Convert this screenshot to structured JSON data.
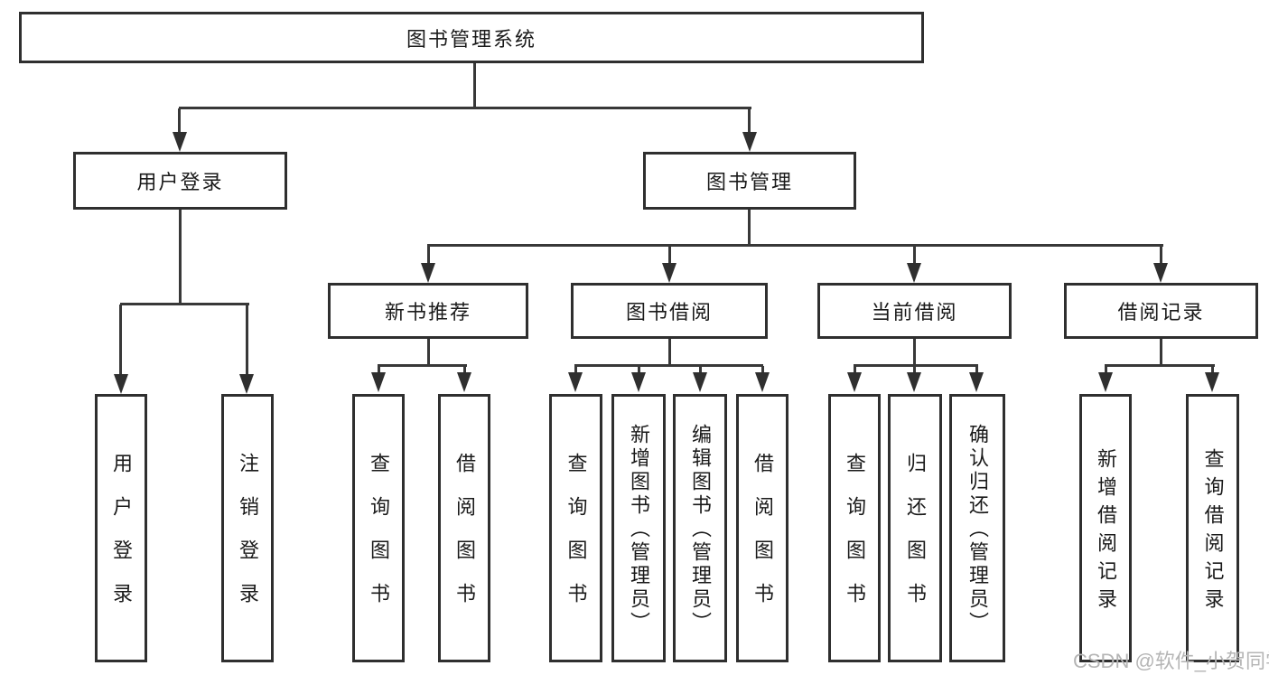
{
  "diagram": {
    "root": {
      "label": "图书管理系统"
    },
    "branches": [
      {
        "label": "用户登录",
        "children": [
          {
            "label": "用户登录"
          },
          {
            "label": "注销登录"
          }
        ]
      },
      {
        "label": "图书管理",
        "children": [
          {
            "label": "新书推荐",
            "children": [
              {
                "label": "查询图书"
              },
              {
                "label": "借阅图书"
              }
            ]
          },
          {
            "label": "图书借阅",
            "children": [
              {
                "label": "查询图书"
              },
              {
                "label": "新增图书（管理员）"
              },
              {
                "label": "编辑图书（管理员）"
              },
              {
                "label": "借阅图书"
              }
            ]
          },
          {
            "label": "当前借阅",
            "children": [
              {
                "label": "查询图书"
              },
              {
                "label": "归还图书"
              },
              {
                "label": "确认归还（管理员）"
              }
            ]
          },
          {
            "label": "借阅记录",
            "children": [
              {
                "label": "新增借阅记录"
              },
              {
                "label": "查询借阅记录"
              }
            ]
          }
        ]
      }
    ]
  },
  "watermark": {
    "text": "CSDN @软件_小贺同学"
  },
  "colors": {
    "line": "#383838",
    "box_border": "#2f2f2f",
    "box_fill": "#ffffff",
    "text": "#1a1a1a",
    "watermark_text": "#b5b5b5",
    "background": "#ffffff"
  }
}
